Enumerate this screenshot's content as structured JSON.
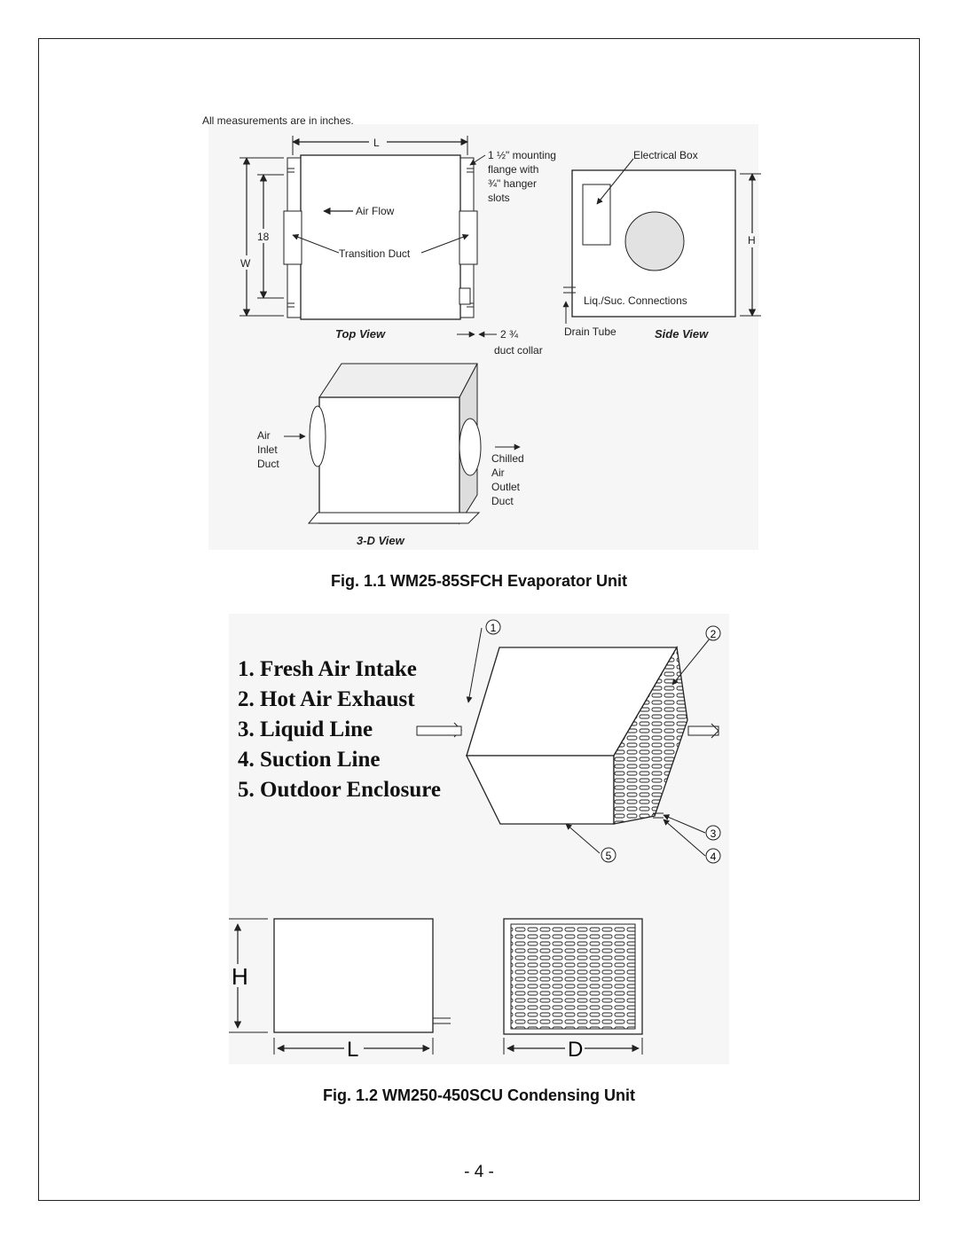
{
  "fig1": {
    "note": "All measurements are in inches.",
    "dim_L": "L",
    "flange_note": [
      "1 ½\" mounting",
      "flange with",
      "¾\" hanger",
      "slots"
    ],
    "air_flow": "Air Flow",
    "dim_18": "18",
    "dim_W": "W",
    "transition_duct": "Transition Duct",
    "top_view": "Top View",
    "duct_collar": [
      "2 ¾",
      "duct collar"
    ],
    "electrical_box": "Electrical Box",
    "dim_H": "H",
    "connections": "Liq./Suc. Connections",
    "drain_tube": "Drain Tube",
    "side_view": "Side View",
    "air_inlet": [
      "Air",
      "Inlet",
      "Duct"
    ],
    "chilled_outlet": [
      "Chilled",
      "Air",
      "Outlet",
      "Duct"
    ],
    "view_3d": "3-D View",
    "caption": "Fig. 1.1 WM25-85SFCH Evaporator Unit"
  },
  "fig2": {
    "legend": [
      "1. Fresh Air Intake",
      "2. Hot Air Exhaust",
      "3. Liquid Line",
      "4. Suction Line",
      "5. Outdoor Enclosure"
    ],
    "callouts": [
      "1",
      "2",
      "3",
      "4",
      "5"
    ],
    "dim_H": "H",
    "dim_L": "L",
    "dim_D": "D",
    "caption": "Fig. 1.2 WM250-450SCU Condensing Unit"
  },
  "page_number": "- 4 -"
}
